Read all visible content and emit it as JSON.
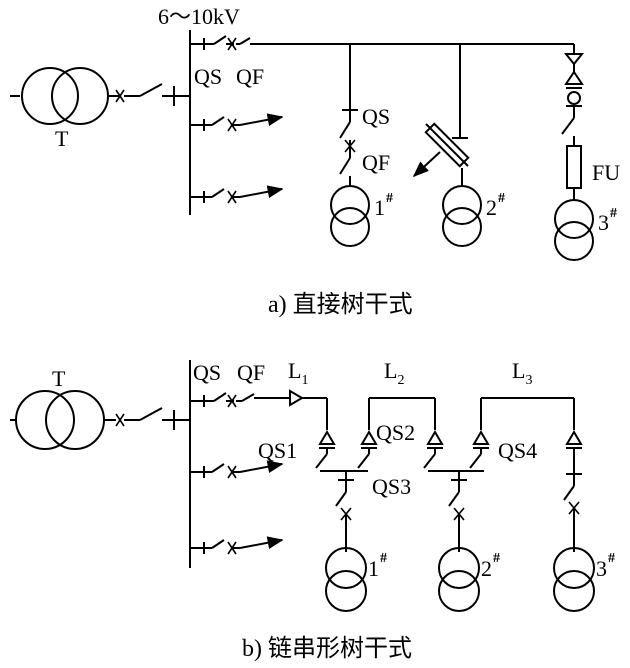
{
  "diagram_a": {
    "voltage": "6～10kV",
    "transformer_label": "T",
    "qs_label": "QS",
    "qf_label": "QF",
    "branch_qs_label": "QS",
    "branch_qf_label": "QF",
    "fu_label": "FU",
    "load_1": "1",
    "load_2": "2",
    "load_3": "3",
    "load_mark": "#",
    "caption": "a) 直接树干式"
  },
  "diagram_b": {
    "transformer_label": "T",
    "qs_label": "QS",
    "qf_label": "QF",
    "l_letter": "L",
    "l1_sub": "1",
    "l2_sub": "2",
    "l3_sub": "3",
    "qs1": "QS1",
    "qs2": "QS2",
    "qs3": "QS3",
    "qs4": "QS4",
    "load_1": "1",
    "load_2": "2",
    "load_3": "3",
    "load_mark": "#",
    "caption": "b) 链串形树干式"
  }
}
